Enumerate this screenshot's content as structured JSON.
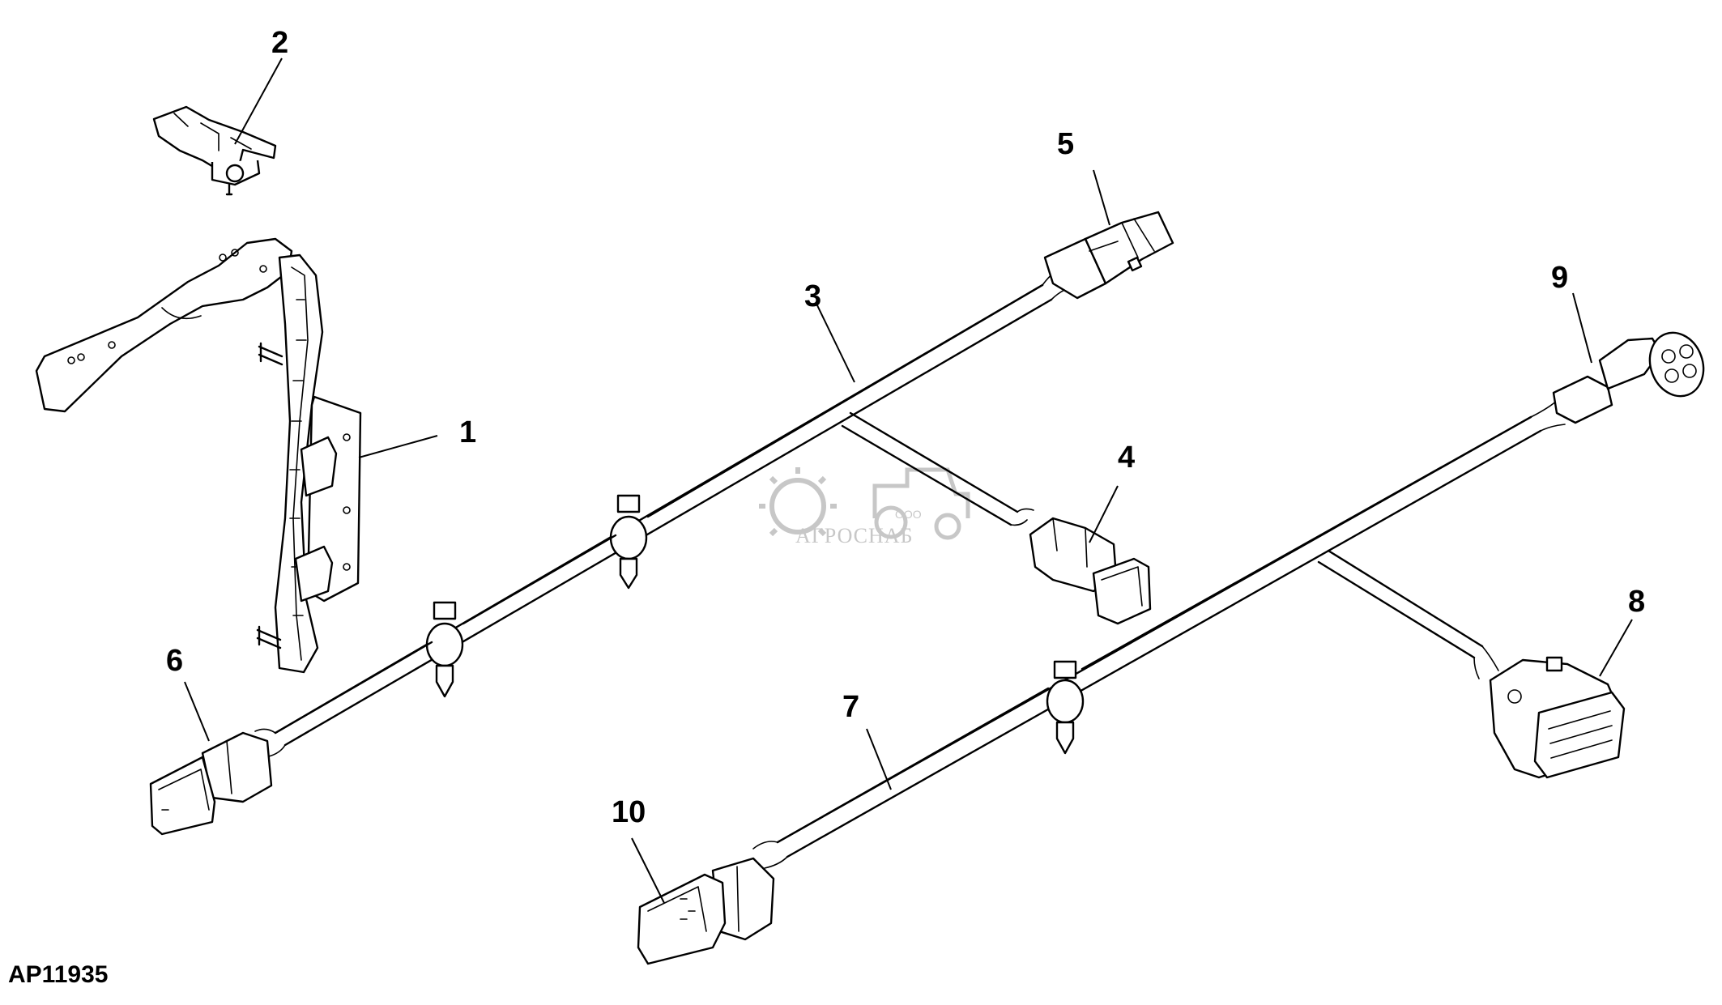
{
  "figure_id": "AP11935",
  "callouts": [
    "1",
    "2",
    "3",
    "4",
    "5",
    "6",
    "7",
    "8",
    "9",
    "10"
  ],
  "watermark": {
    "small": "ООО",
    "brand": "АГРОСНАБ",
    "color": "#c7c7c7"
  },
  "colors": {
    "line": "#000000",
    "background": "#ffffff"
  }
}
